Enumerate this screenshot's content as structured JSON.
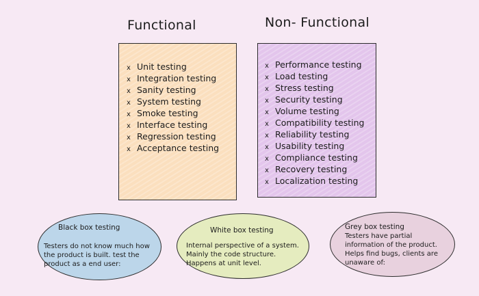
{
  "headings": {
    "functional": "Functional",
    "non_functional": "Non- Functional"
  },
  "functional": {
    "bullet": "x",
    "items": [
      "Unit testing",
      "Integration testing",
      "Sanity testing",
      "System testing",
      "Smoke testing",
      "Interface testing",
      "Regression testing",
      "Acceptance testing"
    ]
  },
  "non_functional": {
    "bullet": "x",
    "items": [
      "Performance testing",
      "Load testing",
      "Stress testing",
      "Security testing",
      "Volume testing",
      "Compatibility testing",
      "Reliability testing",
      "Usability testing",
      "Compliance testing",
      "Recovery testing",
      "Localization testing"
    ]
  },
  "ellipses": {
    "black_box": {
      "title": "Black box testing",
      "lines": [
        "Testers do not know much how",
        "the product is built. test the",
        "product as a end user:"
      ]
    },
    "white_box": {
      "title": "White box testing",
      "lines": [
        "Internal perspective of a system.",
        "Mainly the code structure.",
        "Happens at unit level."
      ]
    },
    "grey_box": {
      "title": "Grey box testing",
      "lines": [
        "Testers have partial",
        "information of the product.",
        "Helps find bugs, clients are",
        "unaware of:"
      ]
    }
  },
  "colors": {
    "background": "#f7e9f4",
    "functional_card": "#fbdfbe",
    "non_functional_card": "#e3c5ec",
    "black_box": "#bcd6ea",
    "white_box": "#e5ecbf",
    "grey_box": "#e8d1de",
    "outline": "#2b2b2b"
  }
}
